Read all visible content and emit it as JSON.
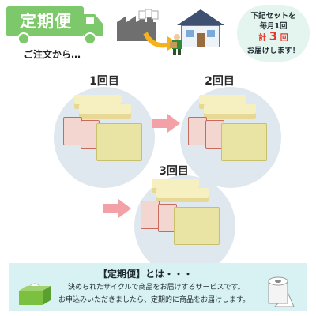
{
  "header": {
    "truck_title": "定期便",
    "order_text": "ご注文から…",
    "bubble": {
      "line1": "下記セットを",
      "line2": "毎月1回",
      "count_prefix": "計",
      "count_number": "3",
      "count_suffix": "回",
      "line4": "お届けします！"
    }
  },
  "rounds": [
    {
      "label": "1回目"
    },
    {
      "label": "2回目"
    },
    {
      "label": "3回目"
    }
  ],
  "info": {
    "title": "【定期便】とは・・・",
    "line1": "決められたサイクルで商品をお届けするサービスです。",
    "line2": "お申込みいただきましたら、定期的に商品をお届けします。"
  },
  "colors": {
    "truck_green": "#7cc86a",
    "arrow_pink": "#f3a0a6",
    "bubble_bg": "#e4f4ef",
    "circle_bg": "#dfe8ee",
    "info_bg": "#d8f1f3",
    "accent_red": "#e8372b"
  }
}
